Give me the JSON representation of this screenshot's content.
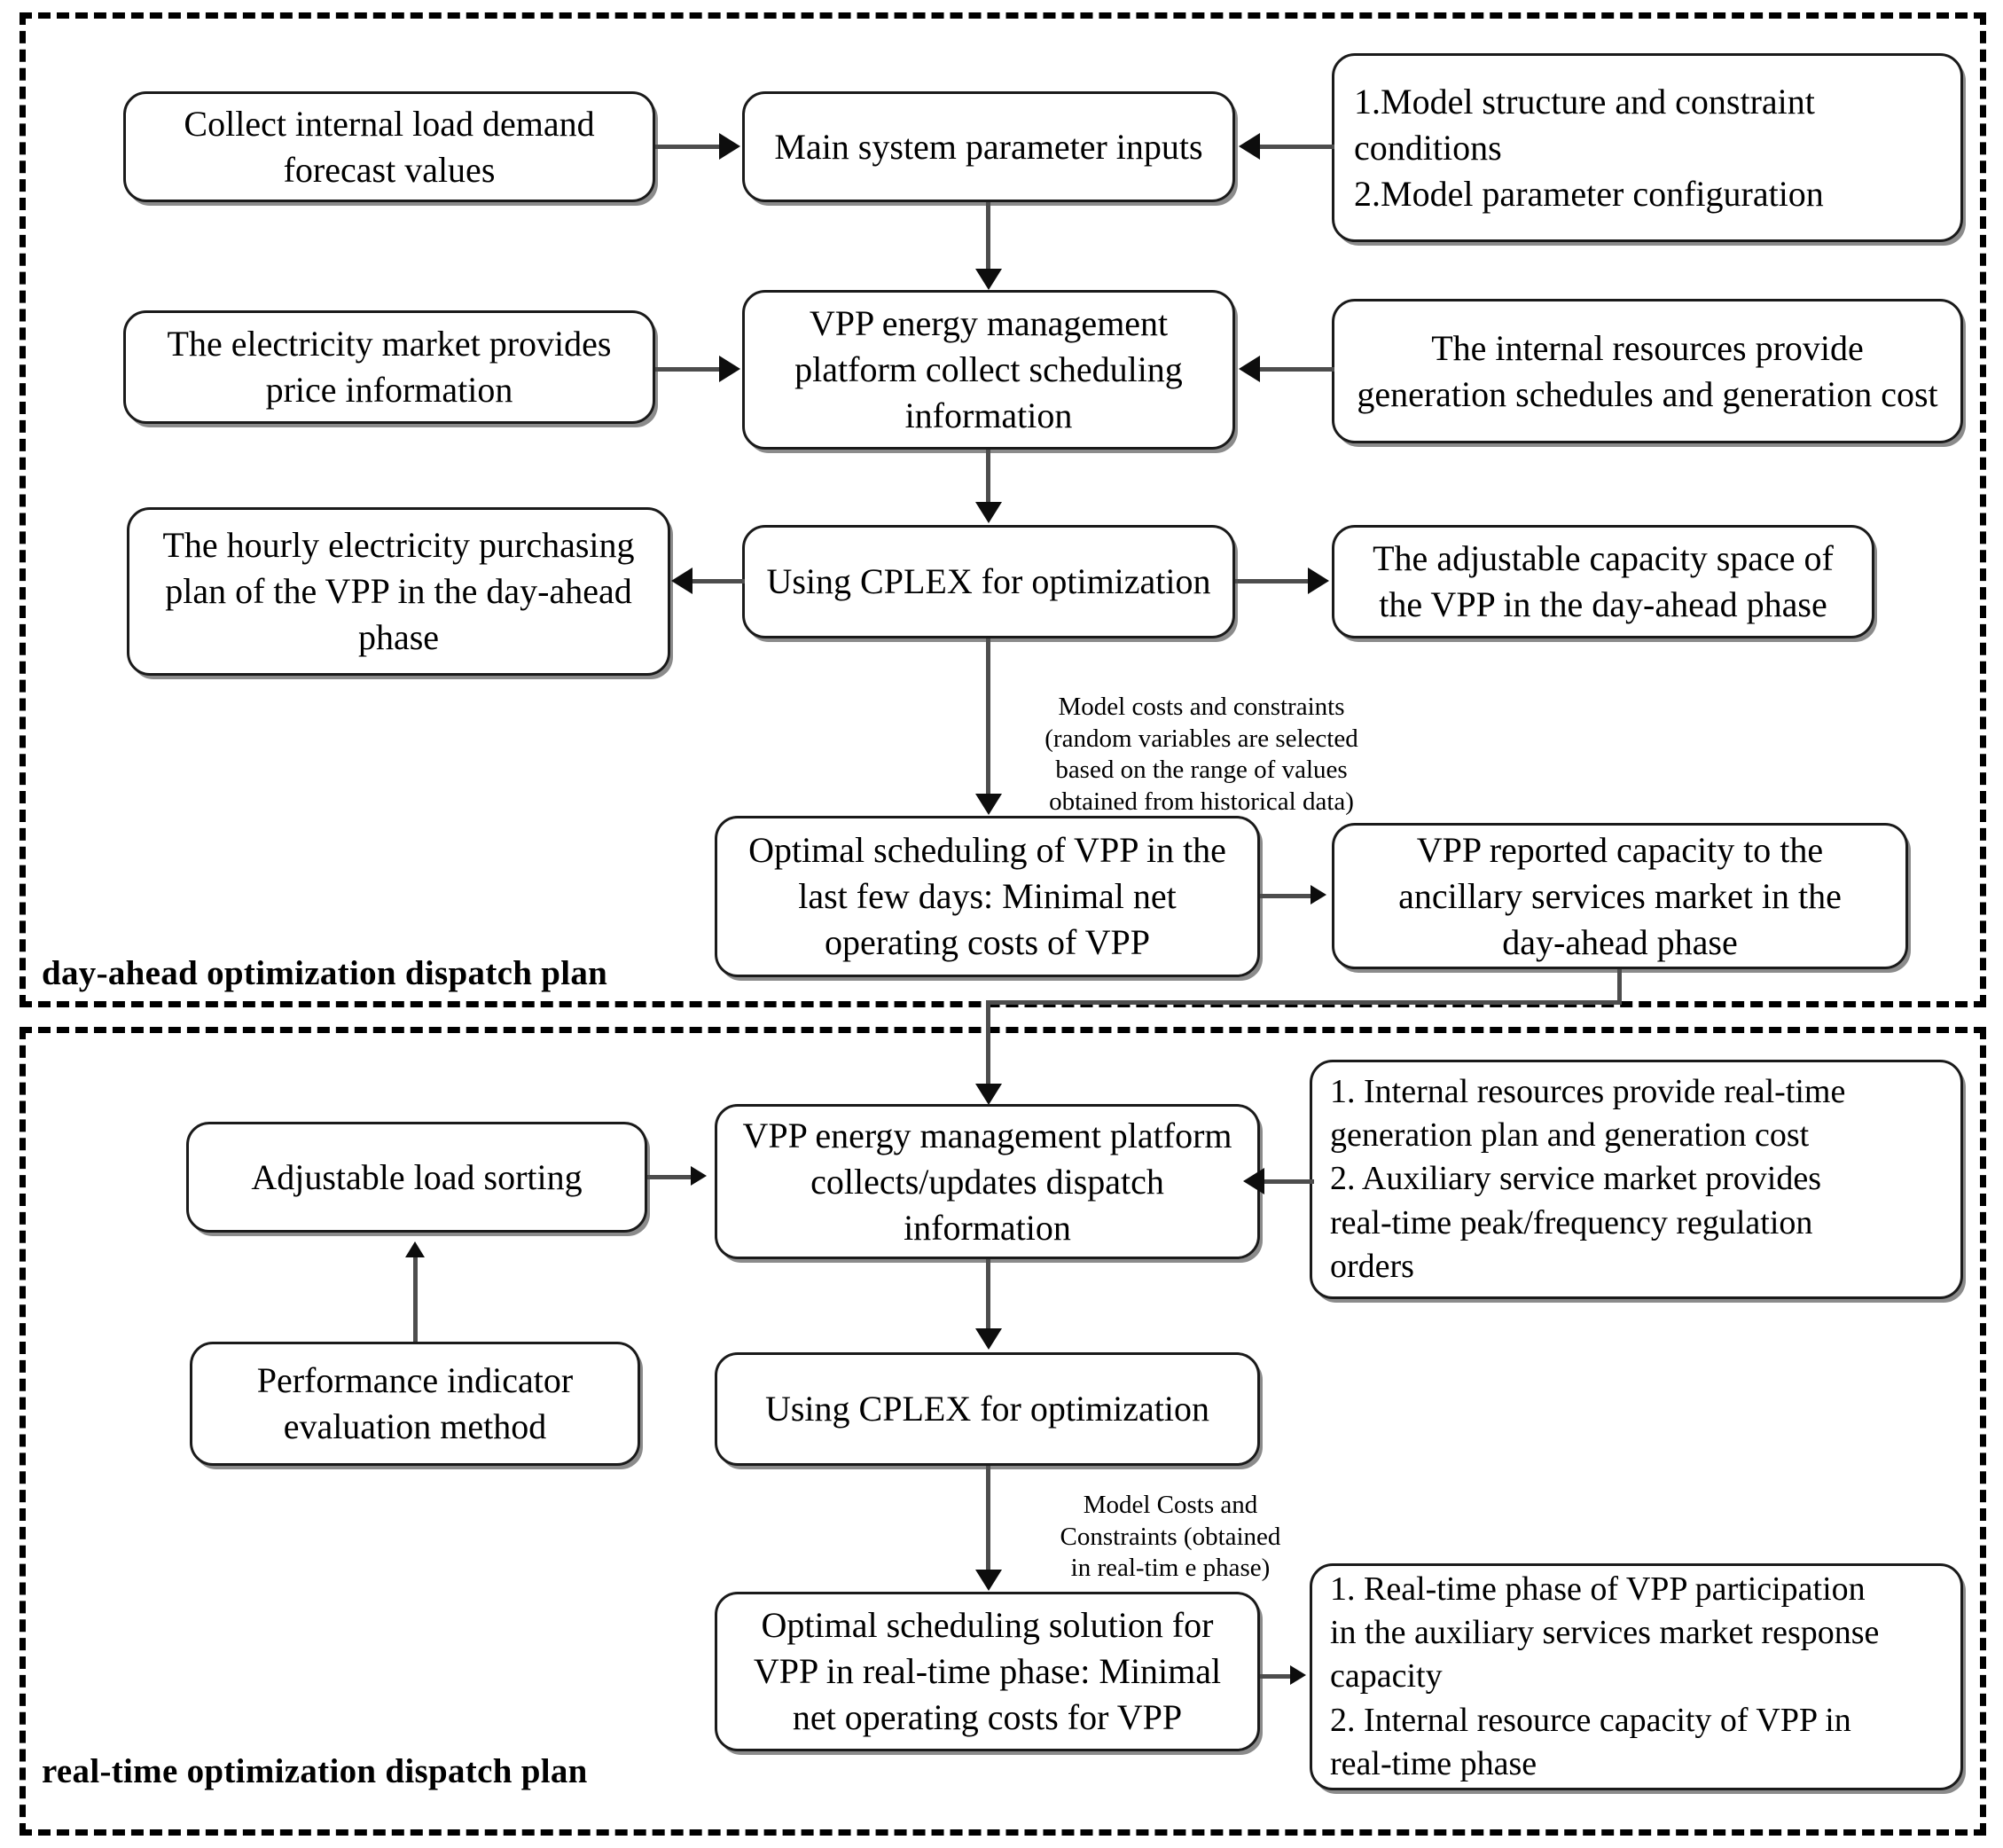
{
  "diagram": {
    "title": "VPP day-ahead and real-time optimization dispatch flowchart",
    "sections": [
      {
        "id": "day-ahead",
        "label": "day-ahead optimization dispatch plan"
      },
      {
        "id": "real-time",
        "label": "real-time optimization dispatch plan"
      }
    ]
  },
  "day_ahead": {
    "collect_load": "Collect internal load demand\nforecast values",
    "main_inputs": "Main system parameter inputs",
    "model_config": "1.Model structure and constraint\nconditions\n2.Model parameter configuration",
    "market_price": "The electricity market provides\nprice information",
    "platform_collect": "VPP energy management\nplatform collect scheduling\ninformation",
    "internal_resources": "The internal resources provide\ngeneration schedules and generation cost",
    "hourly_plan": "The hourly electricity purchasing\nplan of the VPP in the day-ahead\nphase",
    "cplex": "Using CPLEX for optimization",
    "adjustable_capacity": "The adjustable capacity space of\nthe VPP in the day-ahead phase",
    "annotation": "Model costs and constraints\n(random  variables are selected\nbased on the range of values\nobtained from historical data)",
    "optimal_scheduling": "Optimal scheduling of VPP in the\nlast few days: Minimal net\noperating costs of VPP",
    "reported_capacity": "VPP reported capacity to the\nancillary services market in the\nday-ahead phase"
  },
  "real_time": {
    "adjustable_load": "Adjustable load sorting",
    "performance_indicator": "Performance indicator\nevaluation  method",
    "platform_collect": "VPP energy management platform\ncollects/updates dispatch\ninformation",
    "market_inputs": "1. Internal resources provide real-time\ngeneration plan and generation cost\n2. Auxiliary service market provides\nreal-time peak/frequency regulation\norders",
    "cplex": "Using CPLEX for optimization",
    "annotation": "Model Costs and\nConstraints (obtained\nin real-tim e phase)",
    "optimal_solution": "Optimal scheduling solution for\nVPP in real-time phase: Minimal\nnet operating costs for VPP",
    "outputs": "1. Real-time phase of VPP participation\nin the auxiliary services market response\ncapacity\n2. Internal resource capacity of VPP in\nreal-time phase"
  },
  "colors": {
    "stroke": "#1a1a1a",
    "connector": "#4d4d4d",
    "arrow": "#0d0d0d",
    "shadow": "#8b8b8b",
    "background": "#ffffff"
  }
}
